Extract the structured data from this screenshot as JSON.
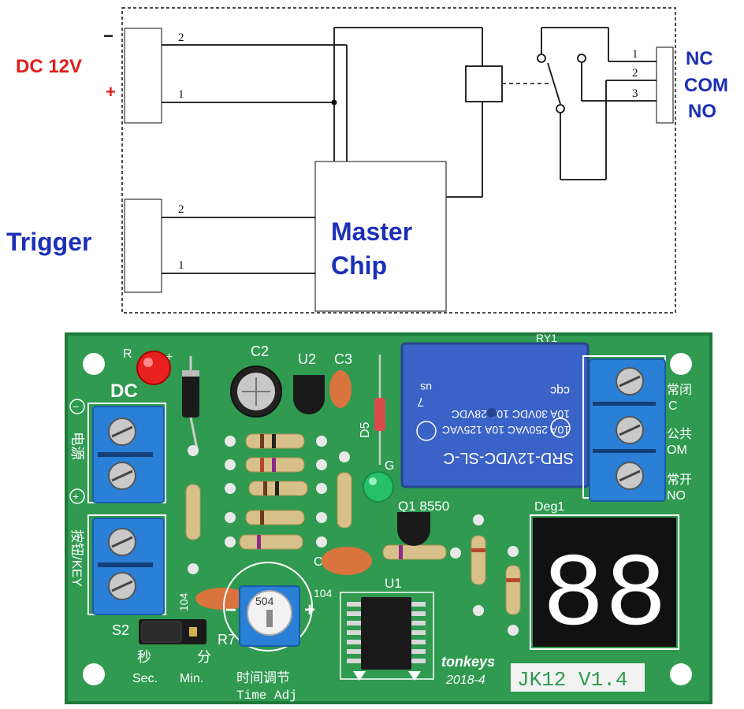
{
  "schematic": {
    "power_label": "DC 12V",
    "power_minus": "−",
    "power_plus": "+",
    "power_pin_top": "2",
    "power_pin_bottom": "1",
    "trigger_label": "Trigger",
    "trigger_pin_top": "2",
    "trigger_pin_bottom": "1",
    "chip_line1": "Master",
    "chip_line2": "Chip",
    "relay_pins": [
      "1",
      "2",
      "3"
    ],
    "nc_label": "NC",
    "com_label": "COM",
    "no_label": "NO",
    "colors": {
      "red": "#e0201b",
      "blue": "#1c2fb8",
      "line": "#111111"
    }
  },
  "board": {
    "dc_label": "DC",
    "minus_mark": "−",
    "plus_mark": "+",
    "power_cn": "电源",
    "key_cn": "按钮/KEY",
    "r_label": "R",
    "r_plus": "+",
    "c2": "C2",
    "u2": "U2",
    "c3": "C3",
    "d5": "D5",
    "g_label": "G",
    "q1": "Q1 8550",
    "c_label": "C",
    "u1": "U1",
    "deg1": "Deg1",
    "ry1": "RY1",
    "relay_model": "SRD-12VDC-SL-C",
    "relay_spec1": "10A 250VAC  10A 125VAC",
    "relay_spec2": "10A  30VDC  10A  28VDC",
    "relay_us": "us",
    "relay_seven": "7",
    "relay_cqc": "cqc",
    "nc_cn": "常闭",
    "nc_en": "C",
    "com_cn": "公共",
    "com_en": "OM",
    "no_cn": "常开",
    "no_en": "NO",
    "cap_104_left": "104",
    "cap_104_mid": "104",
    "pot_code": "504",
    "minus_sign": "−",
    "plus_sign": "+",
    "r7": "R7",
    "s2": "S2",
    "sec_cn": "秒",
    "min_cn": "分",
    "sec_en": "Sec.",
    "min_en": "Min.",
    "time_cn": "时间调节",
    "time_en": "Time Adj",
    "brand": "tonkeys",
    "date": "2018-4",
    "version": "JK12  V1.4",
    "display": "88",
    "colors": {
      "pcb": "#2f9a50",
      "terminal": "#2a7fd6",
      "relay": "#3b62c6"
    }
  }
}
